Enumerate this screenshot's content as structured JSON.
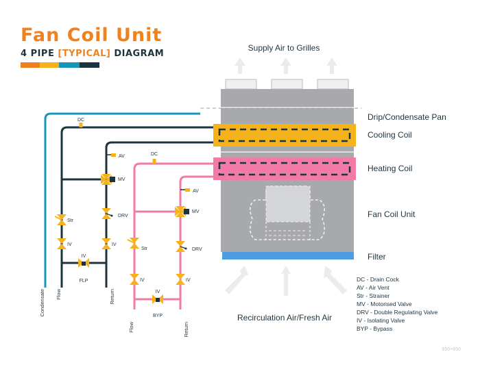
{
  "title": "Fan Coil Unit",
  "subtitle": {
    "prefix": "4 PIPE ",
    "highlight": "[TYPICAL]",
    "suffix": " DIAGRAM"
  },
  "colors": {
    "orange": "#f0821e",
    "navy": "#1c3340",
    "teal": "#1596b8",
    "pink": "#f27aa6",
    "yellow": "#f6b21b",
    "grey": "#a7a9ac",
    "filter": "#4d9de0"
  },
  "labels": {
    "supply_air": "Supply Air to Grilles",
    "drip_pan": "Drip/Condensate Pan",
    "cooling_coil": "Cooling Coil",
    "heating_coil": "Heating Coil",
    "fan_coil_unit": "Fan Coil Unit",
    "filter": "Filter",
    "recirculation": "Recirculation Air/Fresh Air"
  },
  "valve_tags": {
    "dc_cool": "DC",
    "dc_heat": "DC",
    "av_cool": "AV",
    "av_heat": "AV",
    "mv_cool": "MV",
    "mv_heat": "MV",
    "drv_cool": "DRV",
    "drv_heat": "DRV",
    "str_cool": "Str",
    "str_heat": "Str",
    "iv_cool_flow": "IV",
    "iv_cool_return": "IV",
    "iv_cool_bypass": "IV",
    "iv_heat_flow": "IV",
    "iv_heat_return": "IV",
    "iv_heat_bypass": "IV",
    "flp": "FLP",
    "byp": "BYP"
  },
  "pipe_labels": {
    "condensate": "Condensate",
    "cool_flow": "Flow",
    "cool_return": "Return",
    "heat_flow": "Flow",
    "heat_return": "Return"
  },
  "legend": [
    "DC - Drain Cock",
    "AV - Air Vent",
    "Str - Strainer",
    "MV - Motorised Valve",
    "DRV - Double Regulating Valve",
    "IV - Isolating Valve",
    "BYP - Bypass"
  ],
  "watermark": "850×650"
}
